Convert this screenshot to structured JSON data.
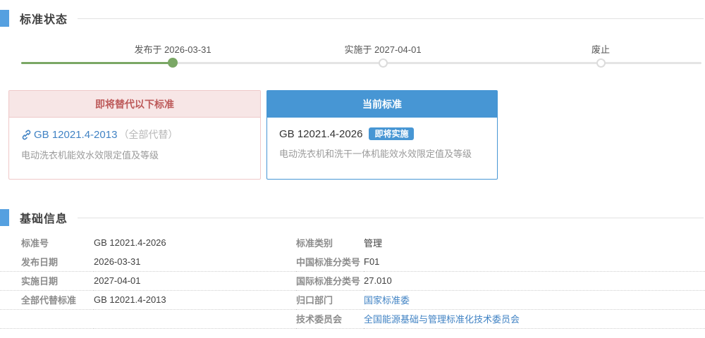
{
  "colors": {
    "accent_blue": "#4796d4",
    "marker_blue": "#55a0e0",
    "done_green": "#7aa765",
    "alert_red": "#bd5a5a",
    "link_blue": "#4183c4"
  },
  "status_section": {
    "title": "标准状态",
    "timeline": [
      {
        "label": "发布于 2026-03-31",
        "state": "done"
      },
      {
        "label": "实施于 2027-04-01",
        "state": "pending"
      },
      {
        "label": "废止",
        "state": "pending"
      }
    ]
  },
  "cards": {
    "replaced": {
      "header": "即将替代以下标准",
      "link_text": "GB 12021.4-2013",
      "link_suffix": "（全部代替）",
      "description": "电动洗衣机能效水效限定值及等级"
    },
    "current": {
      "header": "当前标准",
      "standard_no": "GB 12021.4-2026",
      "badge": "即将实施",
      "description": "电动洗衣机和洗干一体机能效水效限定值及等级"
    }
  },
  "info_section": {
    "title": "基础信息",
    "rows": [
      {
        "label1": "标准号",
        "value1": "GB 12021.4-2026",
        "label2": "标准类别",
        "value2": "管理"
      },
      {
        "label1": "发布日期",
        "value1": "2026-03-31",
        "label2": "中国标准分类号",
        "value2": "F01"
      },
      {
        "label1": "实施日期",
        "value1": "2027-04-01",
        "label2": "国际标准分类号",
        "value2": "27.010"
      },
      {
        "label1": "全部代替标准",
        "value1": "GB 12021.4-2013",
        "label2": "归口部门",
        "value2": "国家标准委"
      },
      {
        "label1": "",
        "value1": "",
        "label2": "技术委员会",
        "value2": "全国能源基础与管理标准化技术委员会"
      }
    ]
  }
}
